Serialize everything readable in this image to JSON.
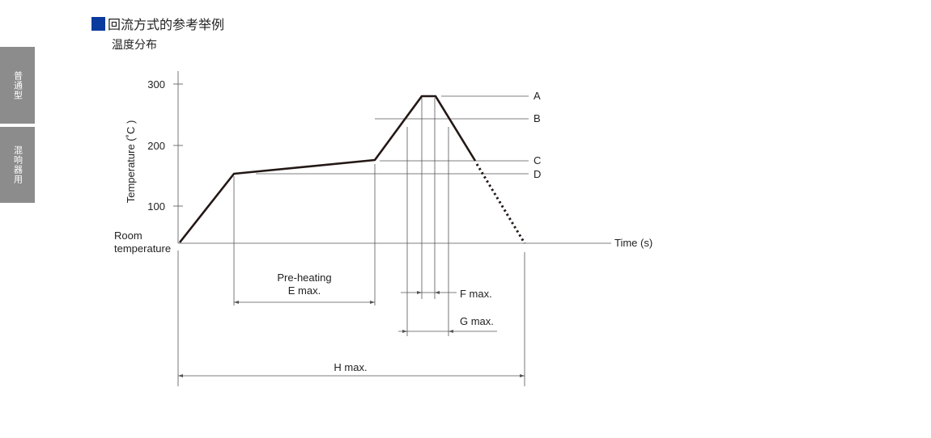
{
  "sidebar": {
    "tabs": [
      {
        "label": "普通型"
      },
      {
        "label": "混响器用"
      }
    ]
  },
  "header": {
    "title": "回流方式的参考举例",
    "subtitle": "温度分布",
    "accent": "#0b3a9e"
  },
  "diagram": {
    "y_axis_label": "Temperature (˚C )",
    "y_ticks": [
      "300",
      "200",
      "100"
    ],
    "room_temp": [
      "Room",
      "temperature"
    ],
    "x_axis_label": "Time (s)",
    "levels": [
      "A",
      "B",
      "C",
      "D"
    ],
    "preheating": [
      "Pre-heating",
      "E max."
    ],
    "f_label": "F max.",
    "g_label": "G max.",
    "h_label": "H max."
  }
}
